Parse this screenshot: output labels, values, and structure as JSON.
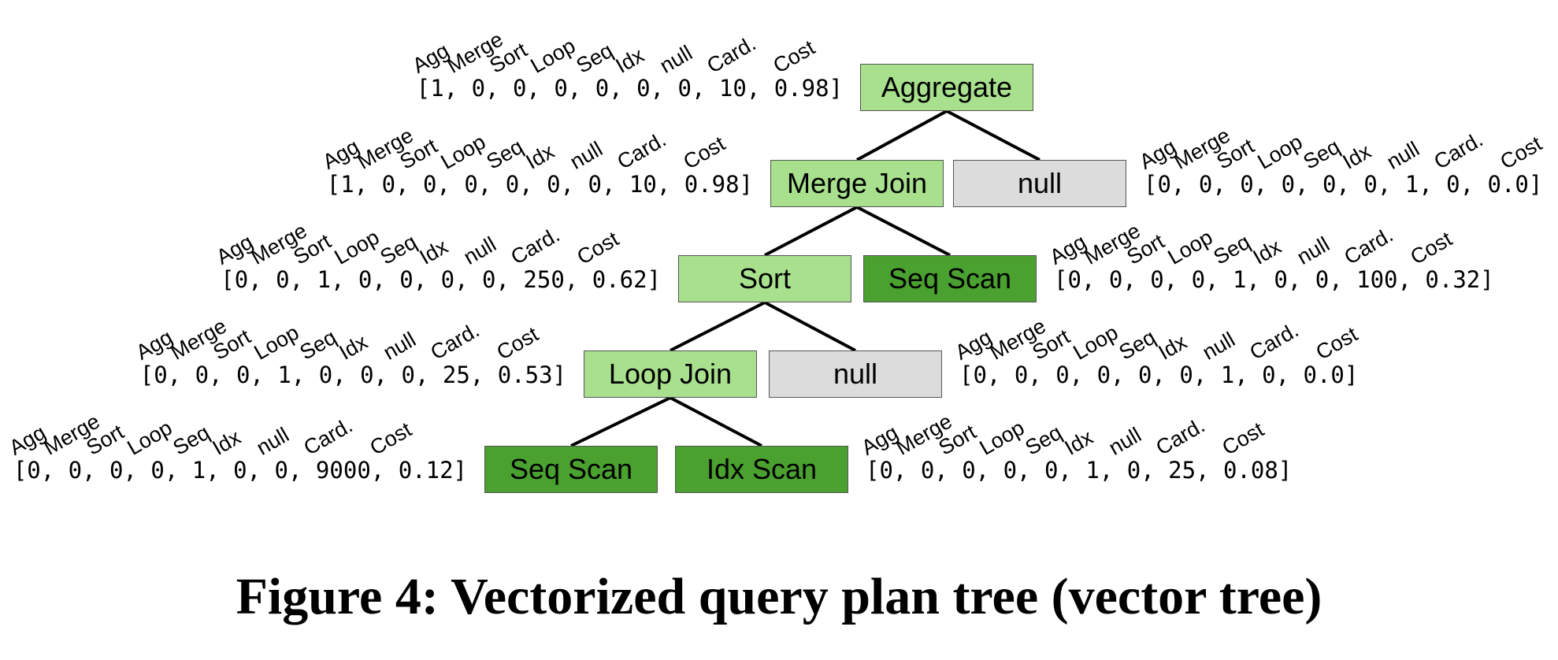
{
  "caption": "Figure 4: Vectorized query plan tree (vector tree)",
  "feature_labels": [
    "Agg",
    "Merge",
    "Sort",
    "Loop",
    "Seq",
    "Idx",
    "null",
    "Card.",
    "Cost"
  ],
  "colors": {
    "light_green": "#a8e08e",
    "dark_green": "#4aa12f",
    "gray": "#dcdcdc"
  },
  "nodes": [
    {
      "id": "aggregate",
      "label": "Aggregate",
      "style": "light",
      "vector": "[1, 0, 0, 0, 0, 0, 0, 10, 0.98]",
      "vector_side": "left"
    },
    {
      "id": "merge-join",
      "label": "Merge Join",
      "style": "light",
      "vector": "[1, 0, 0, 0, 0, 0, 0, 10, 0.98]",
      "vector_side": "left"
    },
    {
      "id": "null-1",
      "label": "null",
      "style": "gray",
      "vector": "[0, 0, 0, 0, 0, 0, 1, 0, 0.0]",
      "vector_side": "right"
    },
    {
      "id": "sort",
      "label": "Sort",
      "style": "light",
      "vector": "[0, 0, 1, 0, 0, 0, 0, 250, 0.62]",
      "vector_side": "left"
    },
    {
      "id": "seq-scan-1",
      "label": "Seq Scan",
      "style": "dark",
      "vector": "[0, 0, 0, 0, 1, 0, 0, 100, 0.32]",
      "vector_side": "right"
    },
    {
      "id": "loop-join",
      "label": "Loop Join",
      "style": "light",
      "vector": "[0, 0, 0, 1, 0, 0, 0, 25, 0.53]",
      "vector_side": "left"
    },
    {
      "id": "null-2",
      "label": "null",
      "style": "gray",
      "vector": "[0, 0, 0, 0, 0, 0, 1, 0, 0.0]",
      "vector_side": "right"
    },
    {
      "id": "seq-scan-2",
      "label": "Seq Scan",
      "style": "dark",
      "vector": "[0, 0, 0, 0, 1, 0, 0, 9000, 0.12]",
      "vector_side": "left"
    },
    {
      "id": "idx-scan",
      "label": "Idx Scan",
      "style": "dark",
      "vector": "[0, 0, 0, 0, 0, 1, 0, 25, 0.08]",
      "vector_side": "right"
    }
  ],
  "edges": [
    [
      "aggregate",
      "merge-join"
    ],
    [
      "aggregate",
      "null-1"
    ],
    [
      "merge-join",
      "sort"
    ],
    [
      "merge-join",
      "seq-scan-1"
    ],
    [
      "sort",
      "loop-join"
    ],
    [
      "sort",
      "null-2"
    ],
    [
      "loop-join",
      "seq-scan-2"
    ],
    [
      "loop-join",
      "idx-scan"
    ]
  ]
}
